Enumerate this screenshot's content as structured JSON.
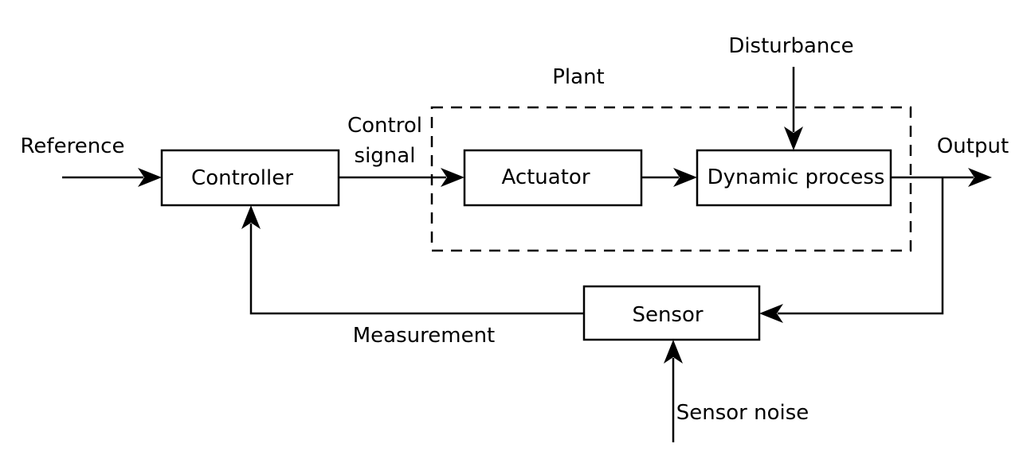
{
  "blocks": {
    "controller": "Controller",
    "actuator": "Actuator",
    "dynamic_process": "Dynamic process",
    "sensor": "Sensor"
  },
  "plant_label": "Plant",
  "signals": {
    "reference": "Reference",
    "control_signal_line1": "Control",
    "control_signal_line2": "signal",
    "disturbance": "Disturbance",
    "output": "Output",
    "measurement": "Measurement",
    "sensor_noise": "Sensor noise"
  }
}
